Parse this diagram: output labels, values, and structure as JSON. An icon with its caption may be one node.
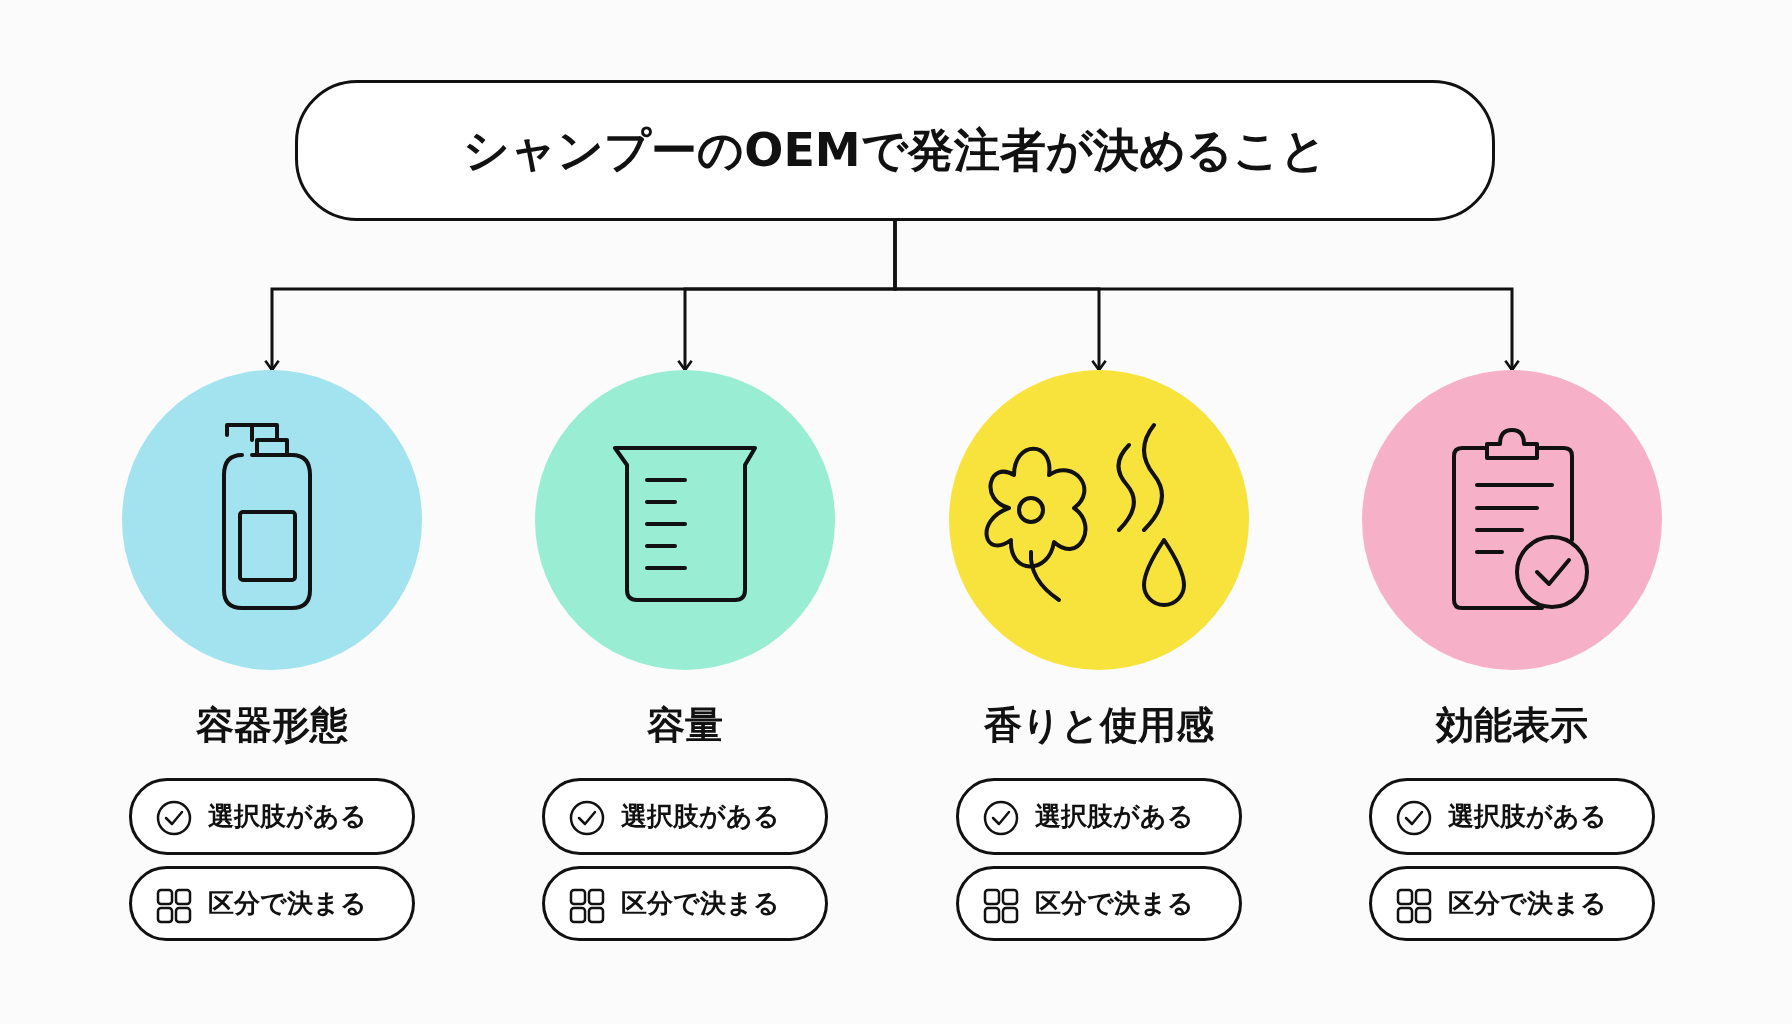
{
  "diagram": {
    "nodes": [
      {
        "text": [
          "シャンプーのOEMで発注者が決めること"
        ]
      },
      {
        "text": [
          "容器形態"
        ]
      },
      {
        "text": [
          "容量"
        ]
      },
      {
        "text": [
          "香りと使用感"
        ]
      },
      {
        "text": [
          "効能表示"
        ]
      },
      {
        "text": [
          "選択肢がある"
        ]
      },
      {
        "text": [
          "区分で決まる"
        ]
      },
      {
        "text": [
          "選択肢がある"
        ]
      },
      {
        "text": [
          "区分で決まる"
        ]
      },
      {
        "text": [
          "選択肢がある"
        ]
      },
      {
        "text": [
          "区分で決まる"
        ]
      },
      {
        "text": [
          "選択肢がある"
        ]
      },
      {
        "text": [
          "区分で決まる"
        ]
      }
    ],
    "edges": [
      {
        "from": 0,
        "to": 1,
        "arrow": "to"
      },
      {
        "from": 0,
        "to": 2,
        "arrow": "to"
      },
      {
        "from": 0,
        "to": 3,
        "arrow": "to"
      },
      {
        "from": 0,
        "to": 4,
        "arrow": "to"
      }
    ]
  }
}
